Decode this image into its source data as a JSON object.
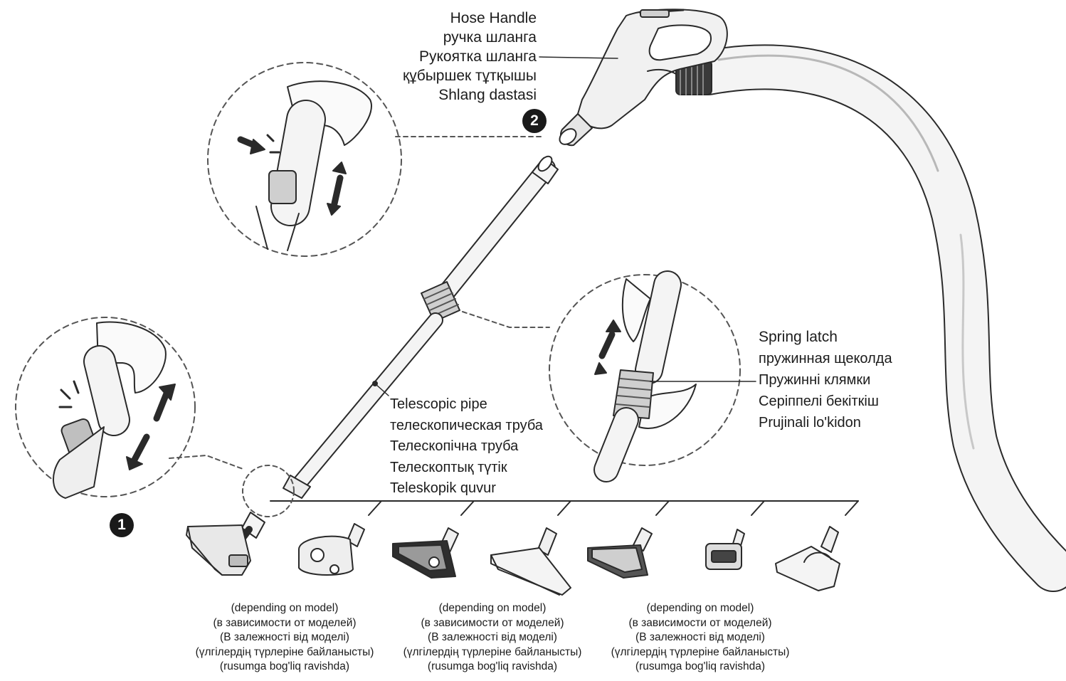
{
  "hose_handle_labels": [
    "Hose Handle",
    "ручка шланга",
    "Рукоятка шланга",
    "құбыршек тұтқышы",
    "Shlang dastasi"
  ],
  "telescopic_pipe_labels": [
    "Telescopic pipe",
    "телескопическая труба",
    "Телескопічна труба",
    "Телескоптық түтік",
    "Teleskopik quvur"
  ],
  "spring_latch_labels": [
    "Spring latch",
    "пружинная щеколда",
    "Пружинні клямки",
    "Серіппелі  бекіткіш",
    "Prujinali lo'kidon"
  ],
  "model_notes": [
    [
      "(depending on model)",
      "(в зависимости от моделей)",
      "(В залежності від моделі)",
      "(үлгілердің түрлеріне байланысты)",
      "(rusumga bog'liq ravishda)"
    ],
    [
      "(depending on model)",
      "(в зависимости от моделей)",
      "(В залежності від моделі)",
      "(үлгілердің түрлеріне байланысты)",
      "(rusumga bog'liq ravishda)"
    ],
    [
      "(depending on model)",
      "(в зависимости от моделей)",
      "(В залежності від моделі)",
      "(үлгілердің түрлеріне байланысты)",
      "(rusumga bog'liq ravishda)"
    ]
  ],
  "step_badges": [
    "1",
    "2"
  ],
  "colors": {
    "line": "#2a2a2a",
    "fill_light": "#f4f4f4",
    "fill_mid": "#d9d9d9",
    "dash": "#555555"
  }
}
